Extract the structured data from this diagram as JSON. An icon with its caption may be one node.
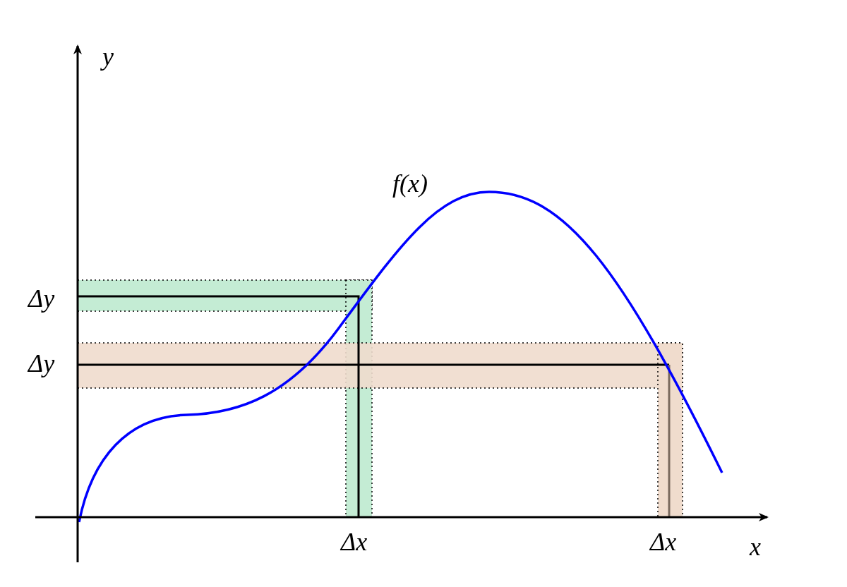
{
  "diagram": {
    "labels": [
      "y",
      "f(x)",
      "Δy",
      "Δy",
      "Δx",
      "Δx",
      "x"
    ]
  }
}
